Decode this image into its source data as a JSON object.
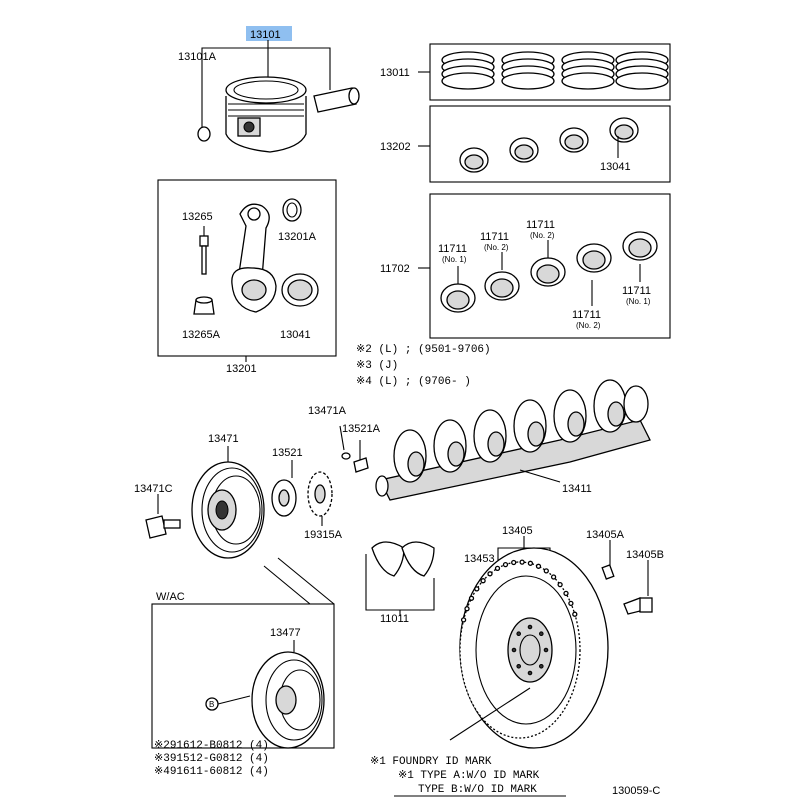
{
  "highlight_color": "#8fbff0",
  "labels": {
    "p13101": "13101",
    "p13101a": "13101A",
    "p13011": "13011",
    "p13202": "13202",
    "p13041a": "13041",
    "p11702": "11702",
    "p13265": "13265",
    "p13201a": "13201A",
    "p13265a": "13265A",
    "p13041b": "13041",
    "p13201": "13201",
    "b1_num": "11711",
    "b1_sub": "(No. 1)",
    "b2_num": "11711",
    "b2_sub": "(No. 2)",
    "b3_num": "11711",
    "b3_sub": "(No. 2)",
    "b4_num": "11711",
    "b4_sub": "(No. 2)",
    "b5_num": "11711",
    "b5_sub": "(No. 1)",
    "p13471a": "13471A",
    "p13521a": "13521A",
    "p13471": "13471",
    "p13521": "13521",
    "p13471c": "13471C",
    "p19315a": "19315A",
    "p13411": "13411",
    "p11011": "11011",
    "p13405": "13405",
    "p13453": "13453",
    "p13405a": "13405A",
    "p13405b": "13405B",
    "wac": "W/AC",
    "p13477": "13477",
    "b_marker": "B",
    "code": "130059-C"
  },
  "notes": {
    "n2": "※2 (L) ; (9501-9706)",
    "n3": "※3 (J)",
    "n4": "※4 (L) ; (9706-        )"
  },
  "bolts": {
    "r1": "※291612-B0812 (4)",
    "r2": "※391512-G0812 (4)",
    "r3": "※491611-60812 (4)"
  },
  "foundry": {
    "title": "※1  FOUNDRY ID MARK",
    "line1": "※1 TYPE  A:W/O  ID MARK",
    "line2": "TYPE  B:W/O  ID MARK"
  }
}
